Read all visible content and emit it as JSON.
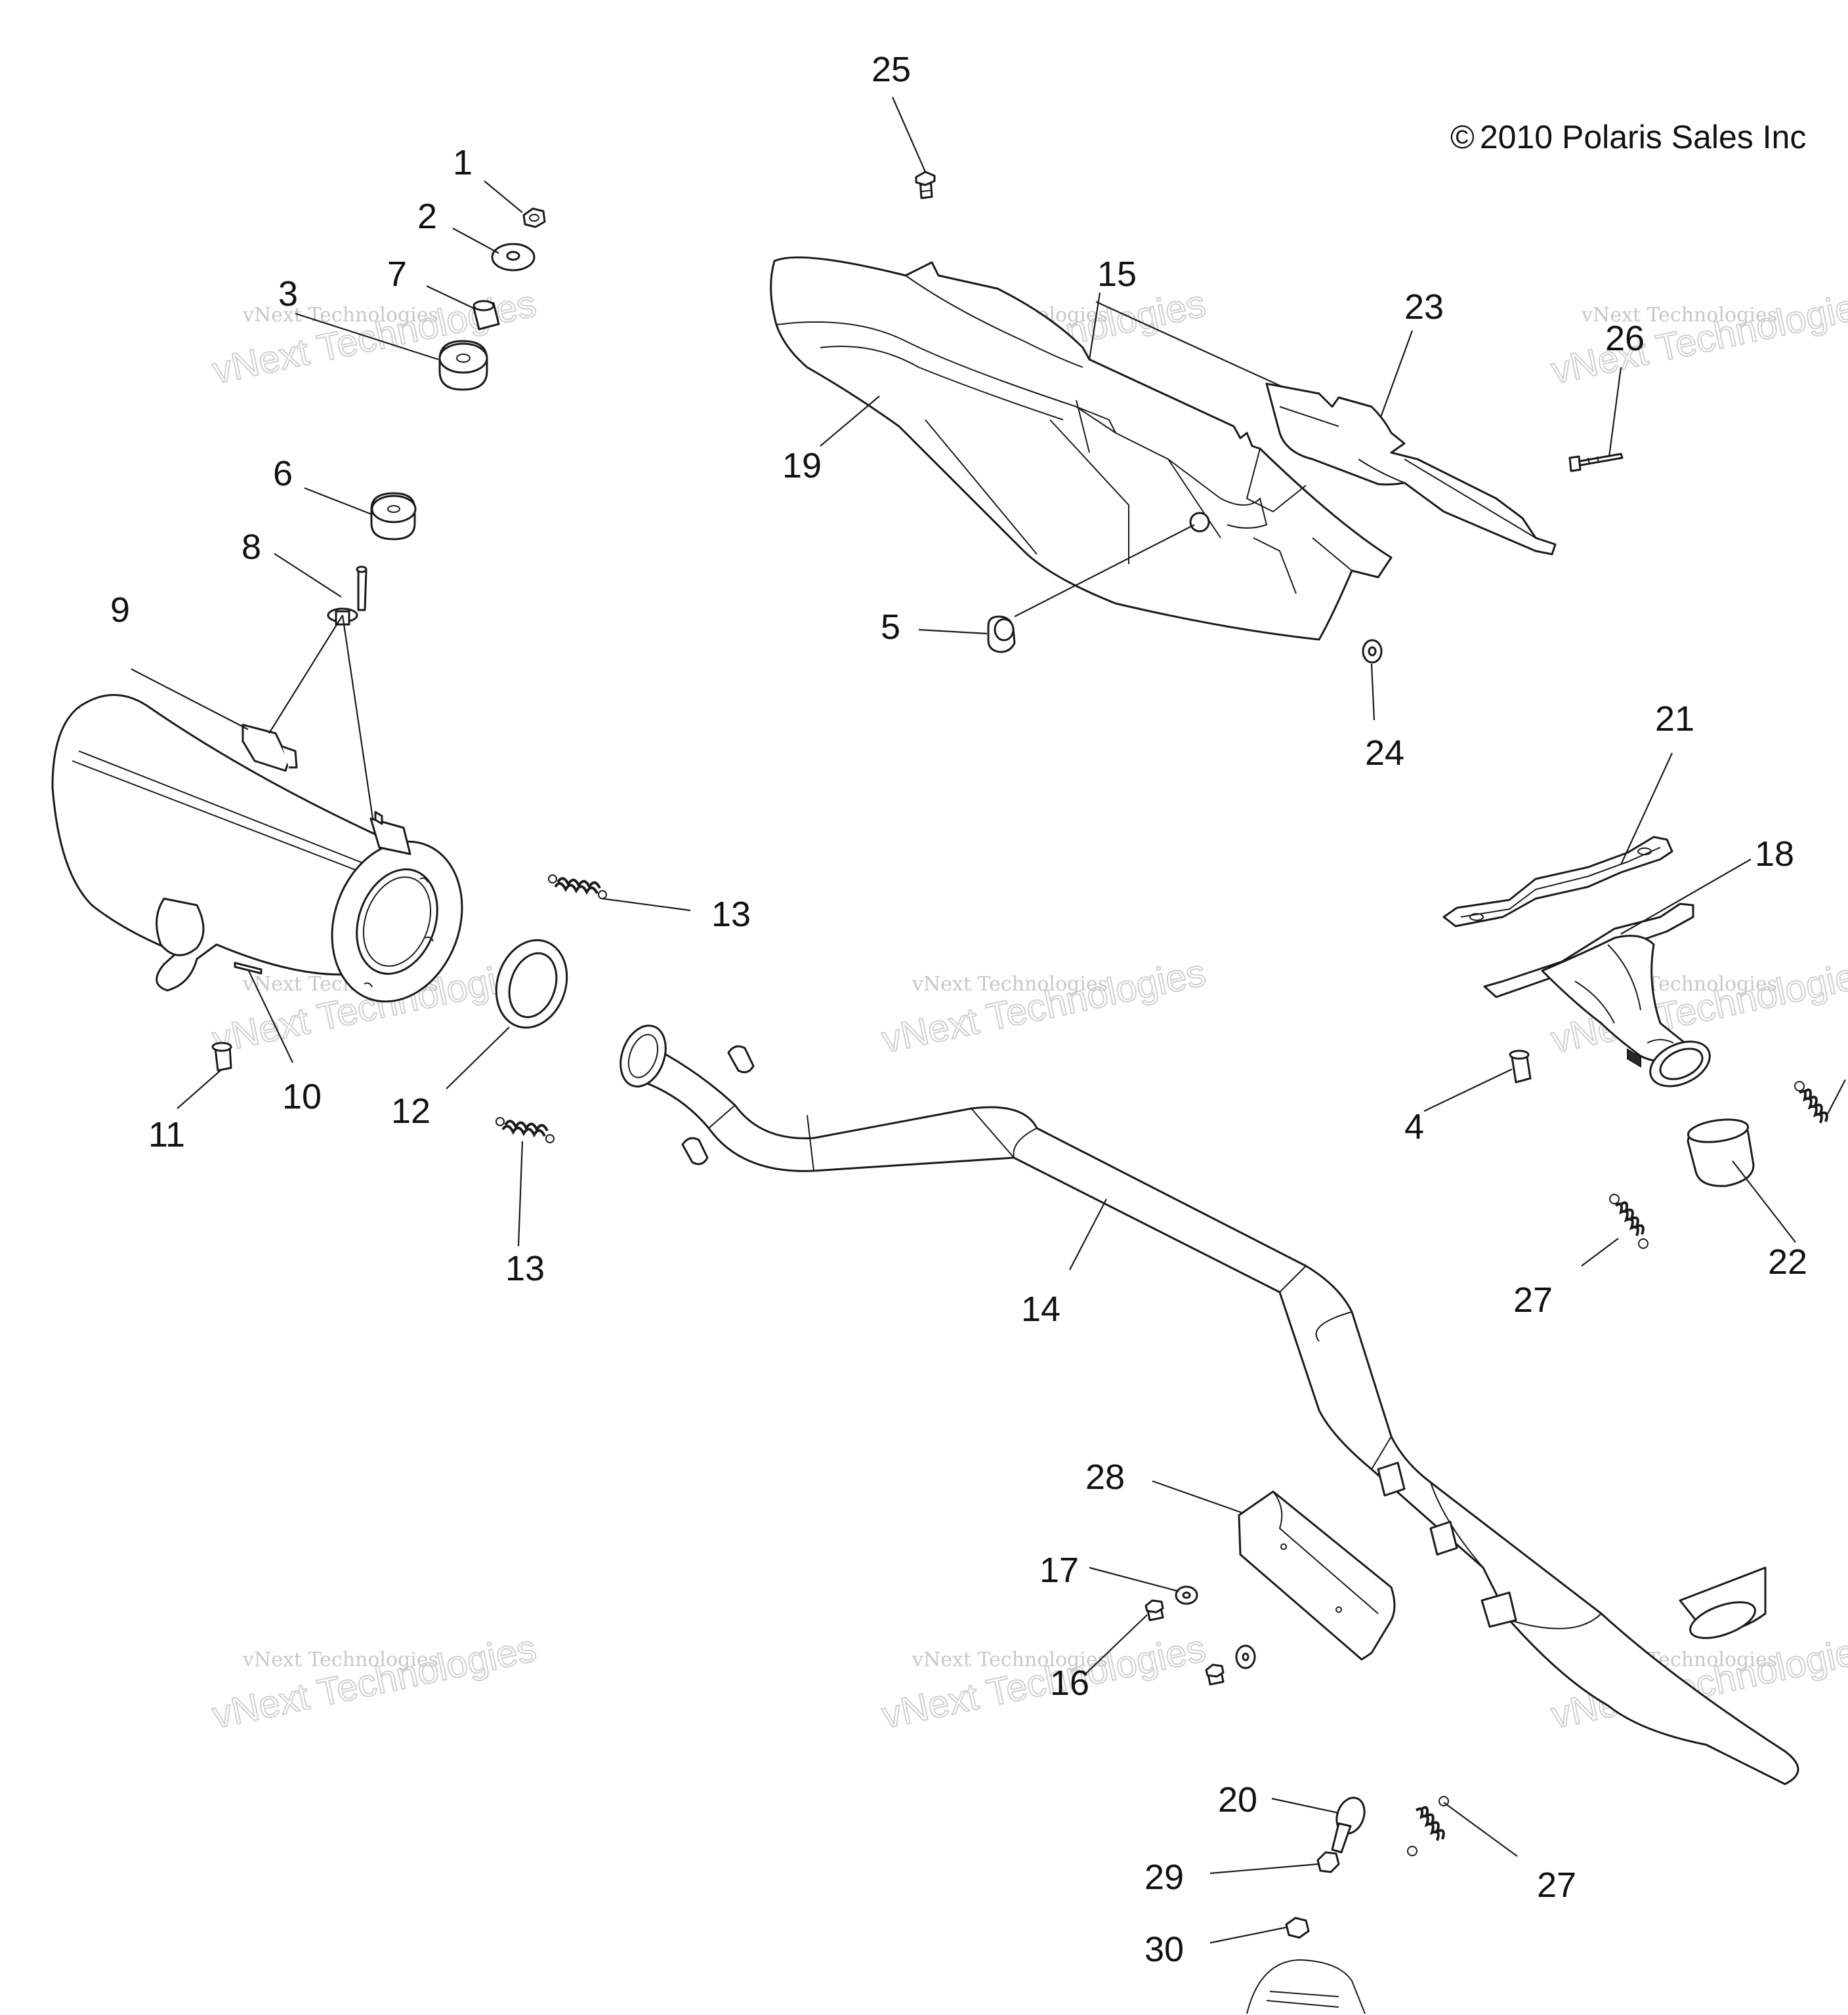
{
  "copyright": "2010 Polaris Sales Inc",
  "copyright_symbol": "©",
  "watermark": {
    "line1": "vNext Technologies",
    "line2": "vNext Technologies"
  },
  "callouts": [
    {
      "id": "c1",
      "text": "1"
    },
    {
      "id": "c2",
      "text": "2"
    },
    {
      "id": "c3",
      "text": "3"
    },
    {
      "id": "c4",
      "text": "4"
    },
    {
      "id": "c5",
      "text": "5"
    },
    {
      "id": "c6",
      "text": "6"
    },
    {
      "id": "c7",
      "text": "7"
    },
    {
      "id": "c8",
      "text": "8"
    },
    {
      "id": "c9",
      "text": "9"
    },
    {
      "id": "c10",
      "text": "10"
    },
    {
      "id": "c11",
      "text": "11"
    },
    {
      "id": "c12",
      "text": "12"
    },
    {
      "id": "c13a",
      "text": "13"
    },
    {
      "id": "c13b",
      "text": "13"
    },
    {
      "id": "c14",
      "text": "14"
    },
    {
      "id": "c15",
      "text": "15"
    },
    {
      "id": "c16",
      "text": "16"
    },
    {
      "id": "c17",
      "text": "17"
    },
    {
      "id": "c18",
      "text": "18"
    },
    {
      "id": "c19",
      "text": "19"
    },
    {
      "id": "c20",
      "text": "20"
    },
    {
      "id": "c21",
      "text": "21"
    },
    {
      "id": "c22",
      "text": "22"
    },
    {
      "id": "c23",
      "text": "23"
    },
    {
      "id": "c24",
      "text": "24"
    },
    {
      "id": "c25",
      "text": "25"
    },
    {
      "id": "c26",
      "text": "26"
    },
    {
      "id": "c27a",
      "text": "27"
    },
    {
      "id": "c27b",
      "text": "27"
    },
    {
      "id": "c28",
      "text": "28"
    },
    {
      "id": "c29",
      "text": "29"
    },
    {
      "id": "c30",
      "text": "30"
    }
  ]
}
